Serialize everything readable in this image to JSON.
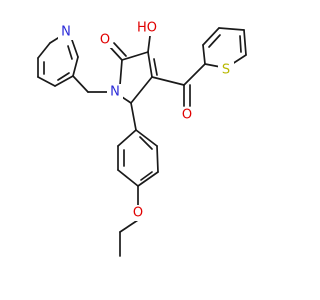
{
  "colors": {
    "carbon_bond": "#1a1a1a",
    "nitrogen": "#2a2ad8",
    "oxygen": "#e00000",
    "sulfur": "#b8b800",
    "background": "#ffffff"
  },
  "atoms": {
    "pyridine_n": "N",
    "ring_n": "N",
    "hydroxyl": "HO",
    "lactam_o": "O",
    "ketone_o": "O",
    "thiophene_s": "S",
    "ether_o": "O"
  }
}
